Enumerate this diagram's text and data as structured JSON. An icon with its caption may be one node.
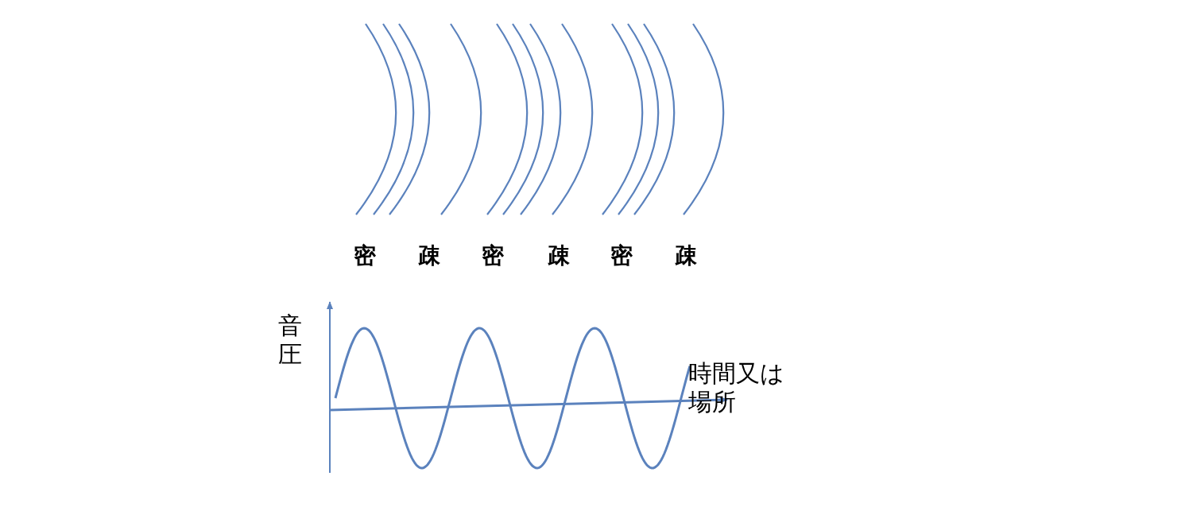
{
  "diagram": {
    "labels": [
      "密",
      "疎",
      "密",
      "疎",
      "密",
      "疎",
      "音圧",
      "時間又は場所"
    ]
  }
}
